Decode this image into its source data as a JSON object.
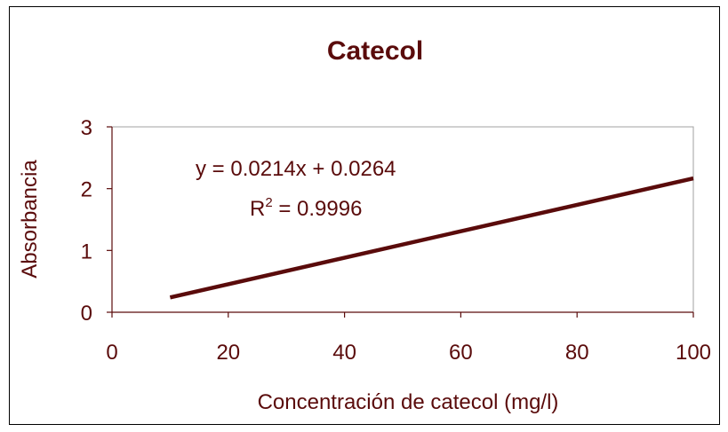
{
  "chart_data": {
    "type": "line",
    "title": "Catecol",
    "xlabel": "Concentración de catecol (mg/l)",
    "ylabel": "Absorbancia",
    "xlim": [
      0,
      100
    ],
    "ylim": [
      0,
      3
    ],
    "xticks": [
      0,
      20,
      40,
      60,
      80,
      100
    ],
    "yticks": [
      0,
      1,
      2,
      3
    ],
    "grid": false,
    "series": [
      {
        "x": [
          10,
          100
        ],
        "y": [
          0.24,
          2.166
        ],
        "color": "#5a0b0b"
      }
    ],
    "annotations": {
      "equation": "y = 0.0214x + 0.0264",
      "r2_base": "R",
      "r2_exp": "2",
      "r2_value": " = 0.9996"
    }
  },
  "colors": {
    "text": "#5a0b0b",
    "line": "#5a0b0b",
    "axis": "#5a0b0b"
  }
}
